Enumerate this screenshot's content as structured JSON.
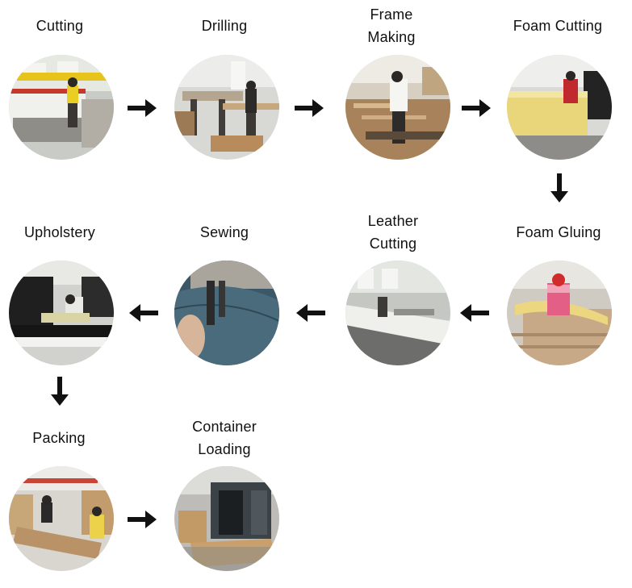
{
  "steps": [
    {
      "id": "cutting",
      "lines": [
        "Cutting"
      ]
    },
    {
      "id": "drilling",
      "lines": [
        "Drilling"
      ]
    },
    {
      "id": "frame-making",
      "lines": [
        "Frame",
        "Making"
      ]
    },
    {
      "id": "foam-cutting",
      "lines": [
        "Foam Cutting"
      ]
    },
    {
      "id": "foam-gluing",
      "lines": [
        "Foam Gluing"
      ]
    },
    {
      "id": "leather-cutting",
      "lines": [
        "Leather",
        "Cutting"
      ]
    },
    {
      "id": "sewing",
      "lines": [
        "Sewing"
      ]
    },
    {
      "id": "upholstery",
      "lines": [
        "Upholstery"
      ]
    },
    {
      "id": "packing",
      "lines": [
        "Packing"
      ]
    },
    {
      "id": "container-loading",
      "lines": [
        "Container",
        "Loading"
      ]
    }
  ],
  "arrows": [
    "right",
    "right",
    "right",
    "down",
    "left",
    "left",
    "left",
    "down",
    "right"
  ],
  "colors": {
    "text": "#111111",
    "arrow": "#111111",
    "background": "#ffffff"
  }
}
